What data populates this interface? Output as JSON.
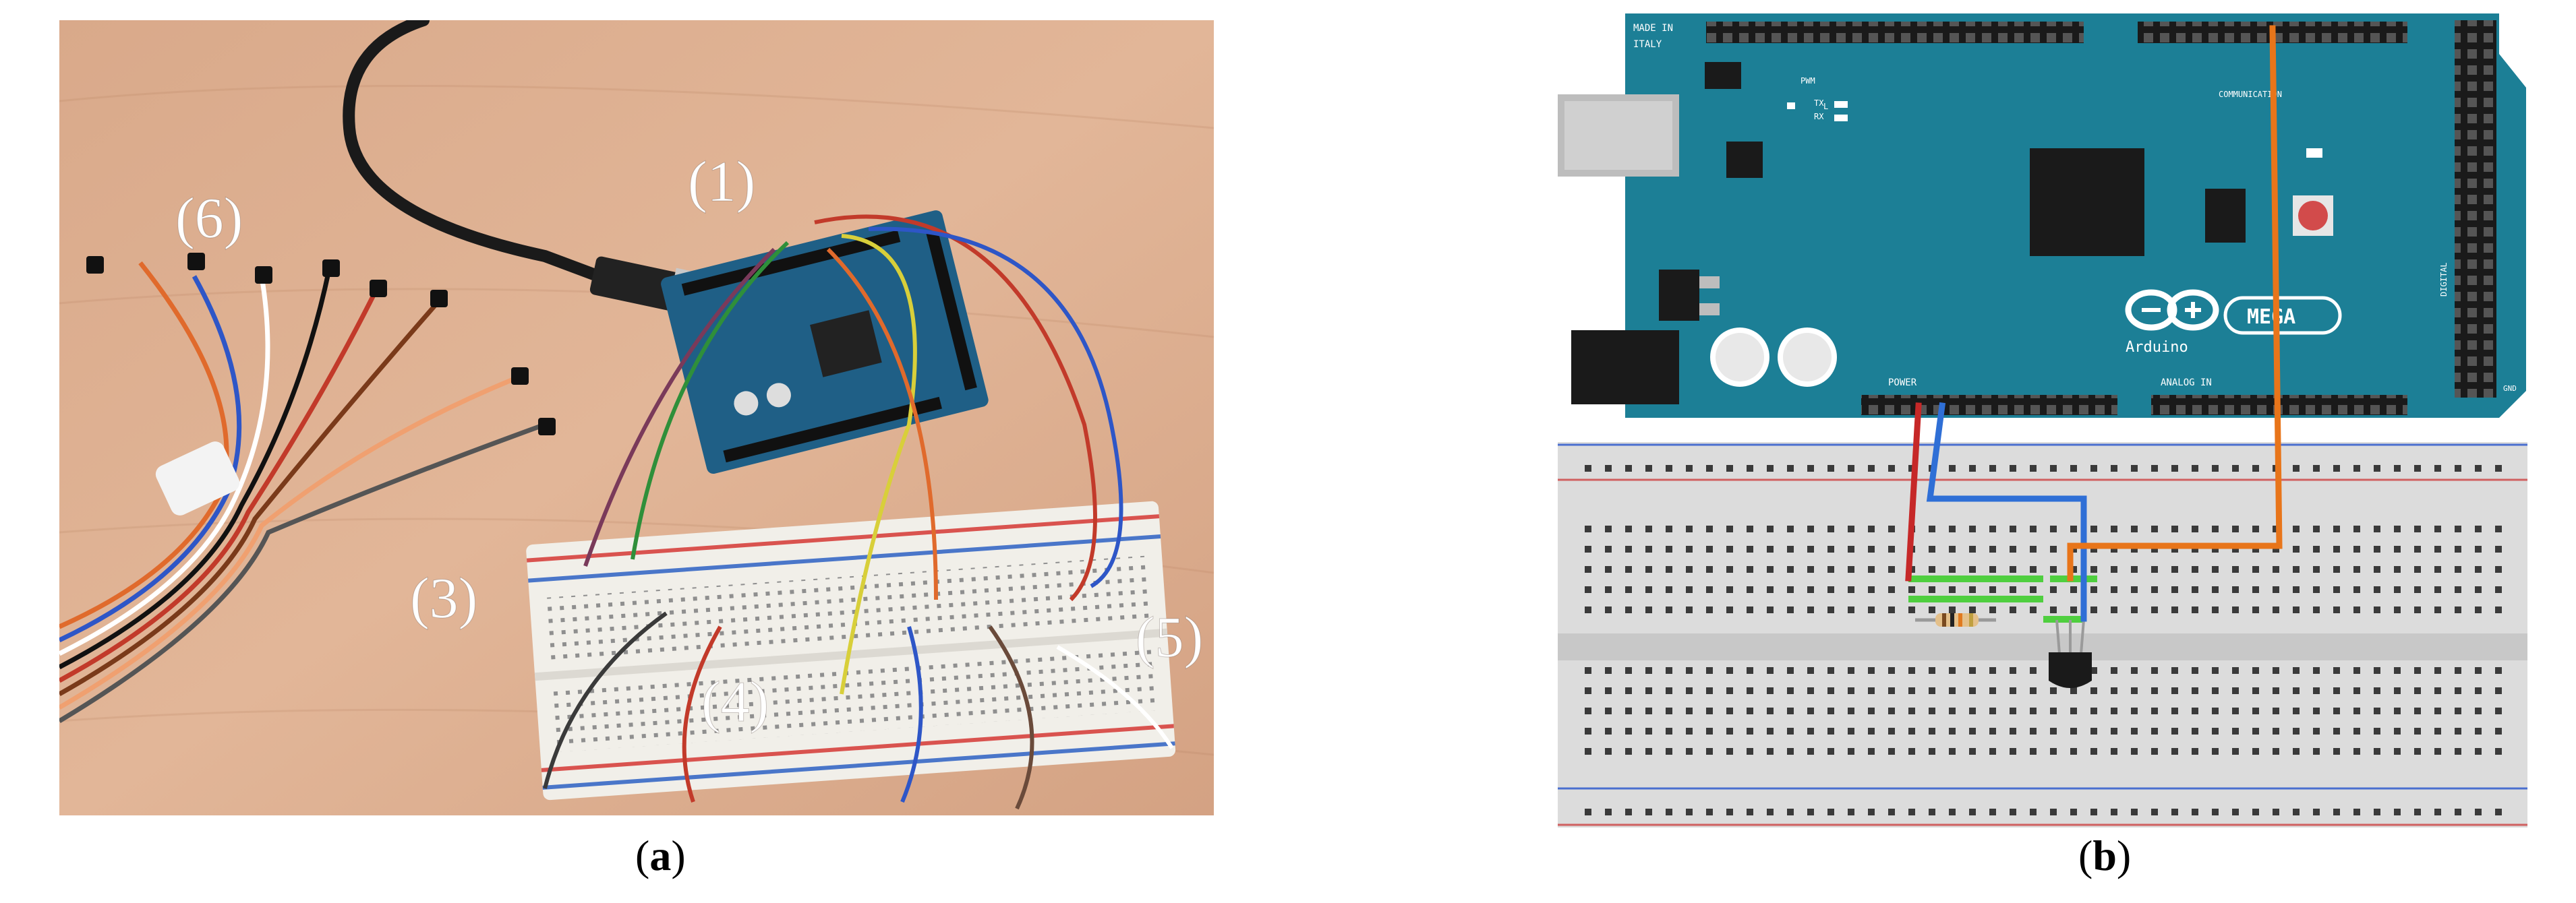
{
  "photo": {
    "labels": {
      "arduino": "(1)",
      "breadboard": "(3)",
      "resistor": "(4)",
      "connector": "(5)",
      "sensors": "(6)"
    }
  },
  "schematic": {
    "board_text": {
      "made_in": "MADE IN",
      "italy": "ITALY",
      "pwm": "PWM",
      "l": "L",
      "tx": "TX",
      "rx": "RX",
      "communication": "COMMUNICATION",
      "brand": "Arduino",
      "model": "MEGA",
      "power": "POWER",
      "analog_in": "ANALOG IN",
      "digital": "DIGITAL",
      "gnd": "GND"
    }
  },
  "captions": {
    "a": {
      "open": "(",
      "letter": "a",
      "close": ")"
    },
    "b": {
      "open": "(",
      "letter": "b",
      "close": ")"
    }
  }
}
